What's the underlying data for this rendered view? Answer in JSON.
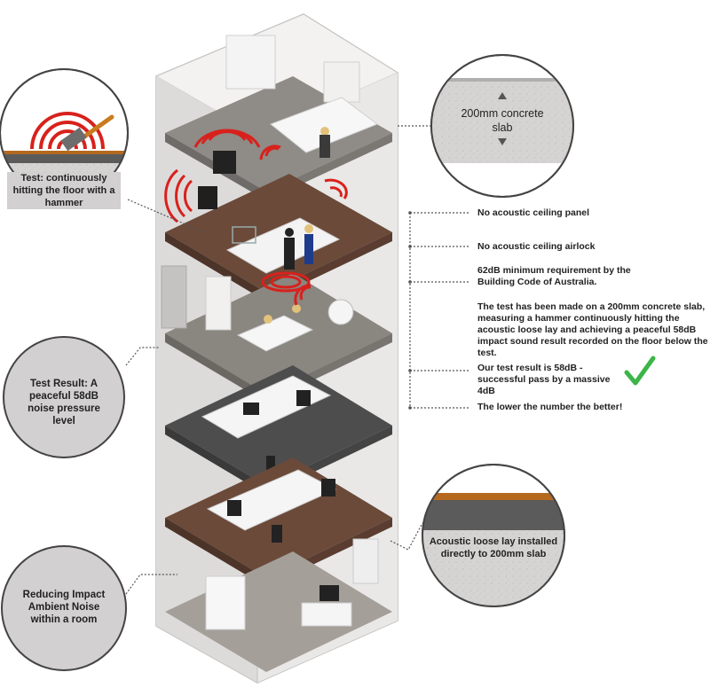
{
  "colors": {
    "accent_red": "#d8211c",
    "check_green": "#3cb548",
    "wood_floor": "#6b4a3a",
    "wall_gray": "#d9d7d6",
    "circle_gray": "#d2d0d0",
    "concrete": "#5b5b5b",
    "timber_strip": "#b5691f"
  },
  "left_callouts": {
    "test": "Test: continuously hitting the floor with a hammer",
    "result": "Test Result: A peaceful 58dB noise pressure level",
    "reducing": "Reducing Impact Ambient Noise within a room"
  },
  "right_callouts": {
    "slab": "200mm concrete slab",
    "underlay": "Acoustic loose lay installed directly to 200mm slab"
  },
  "notes": [
    "No acoustic ceiling panel",
    "No acoustic ceiling airlock",
    "62dB minimum requirement by the Building Code of Australia.",
    "The test has been made on a 200mm concrete slab, measuring a hammer continuously hitting the acoustic loose lay and achieving a peaceful 58dB impact sound result recorded on the floor below the test.",
    "Our test result is 58dB - successful pass by a massive 4dB",
    "The lower the number the better!"
  ],
  "icons": {
    "hammer": "hammer-icon",
    "check": "checkmark-icon",
    "sound_waves": "sound-waves-icon",
    "slab_arrow": "up-down-arrow-icon"
  }
}
